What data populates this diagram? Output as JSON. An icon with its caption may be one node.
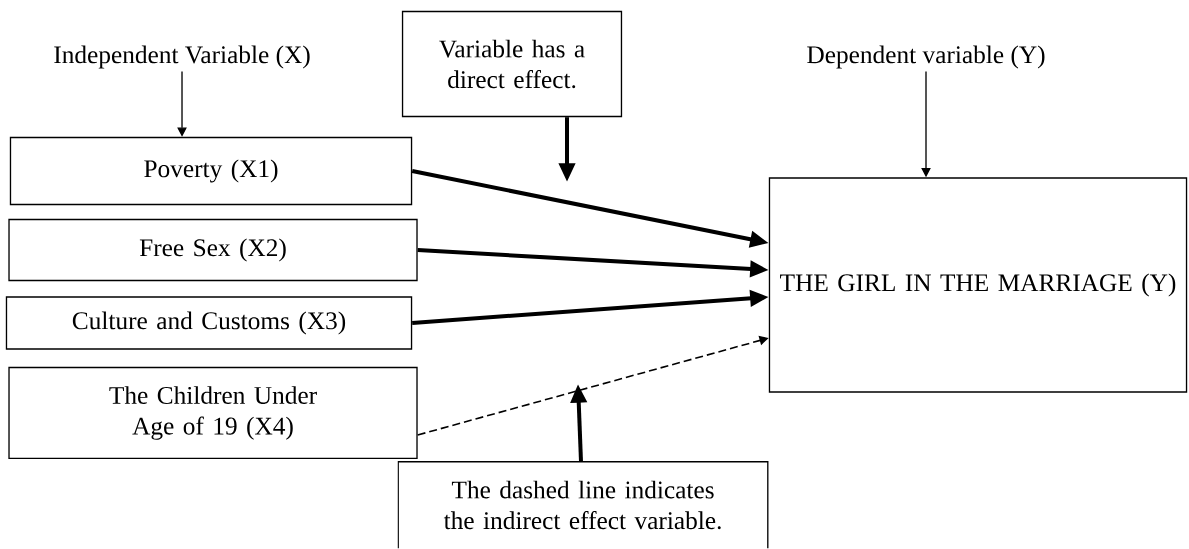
{
  "diagram": {
    "nodes": [
      {
        "text": [
          "Independent Variable (X)"
        ]
      },
      {
        "text": [
          "Variable has a direct effect."
        ]
      },
      {
        "text": [
          "Dependent variable (Y)"
        ]
      },
      {
        "text": [
          "Poverty (X1)"
        ]
      },
      {
        "text": [
          "Free Sex (X2)"
        ]
      },
      {
        "text": [
          "Culture and Customs (X3)"
        ]
      },
      {
        "text": [
          "The Children Under Age of 19 (X4)"
        ]
      },
      {
        "text": [
          "THE GIRL IN THE MARRIAGE (Y)"
        ]
      },
      {
        "text": [
          "The dashed line indicates the indirect effect variable."
        ]
      }
    ],
    "edges": [
      {
        "from": 0,
        "to": 3,
        "arrow": "to"
      },
      {
        "from": 1,
        "to": null,
        "arrow": "to"
      },
      {
        "from": 2,
        "to": 7,
        "arrow": "to"
      },
      {
        "from": 3,
        "to": 7,
        "arrow": "to"
      },
      {
        "from": 4,
        "to": 7,
        "arrow": "to"
      },
      {
        "from": 5,
        "to": 7,
        "arrow": "to"
      },
      {
        "from": 6,
        "to": 7,
        "arrow": "to",
        "style": "dashed"
      },
      {
        "from": 8,
        "to": null,
        "arrow": "to"
      }
    ]
  }
}
